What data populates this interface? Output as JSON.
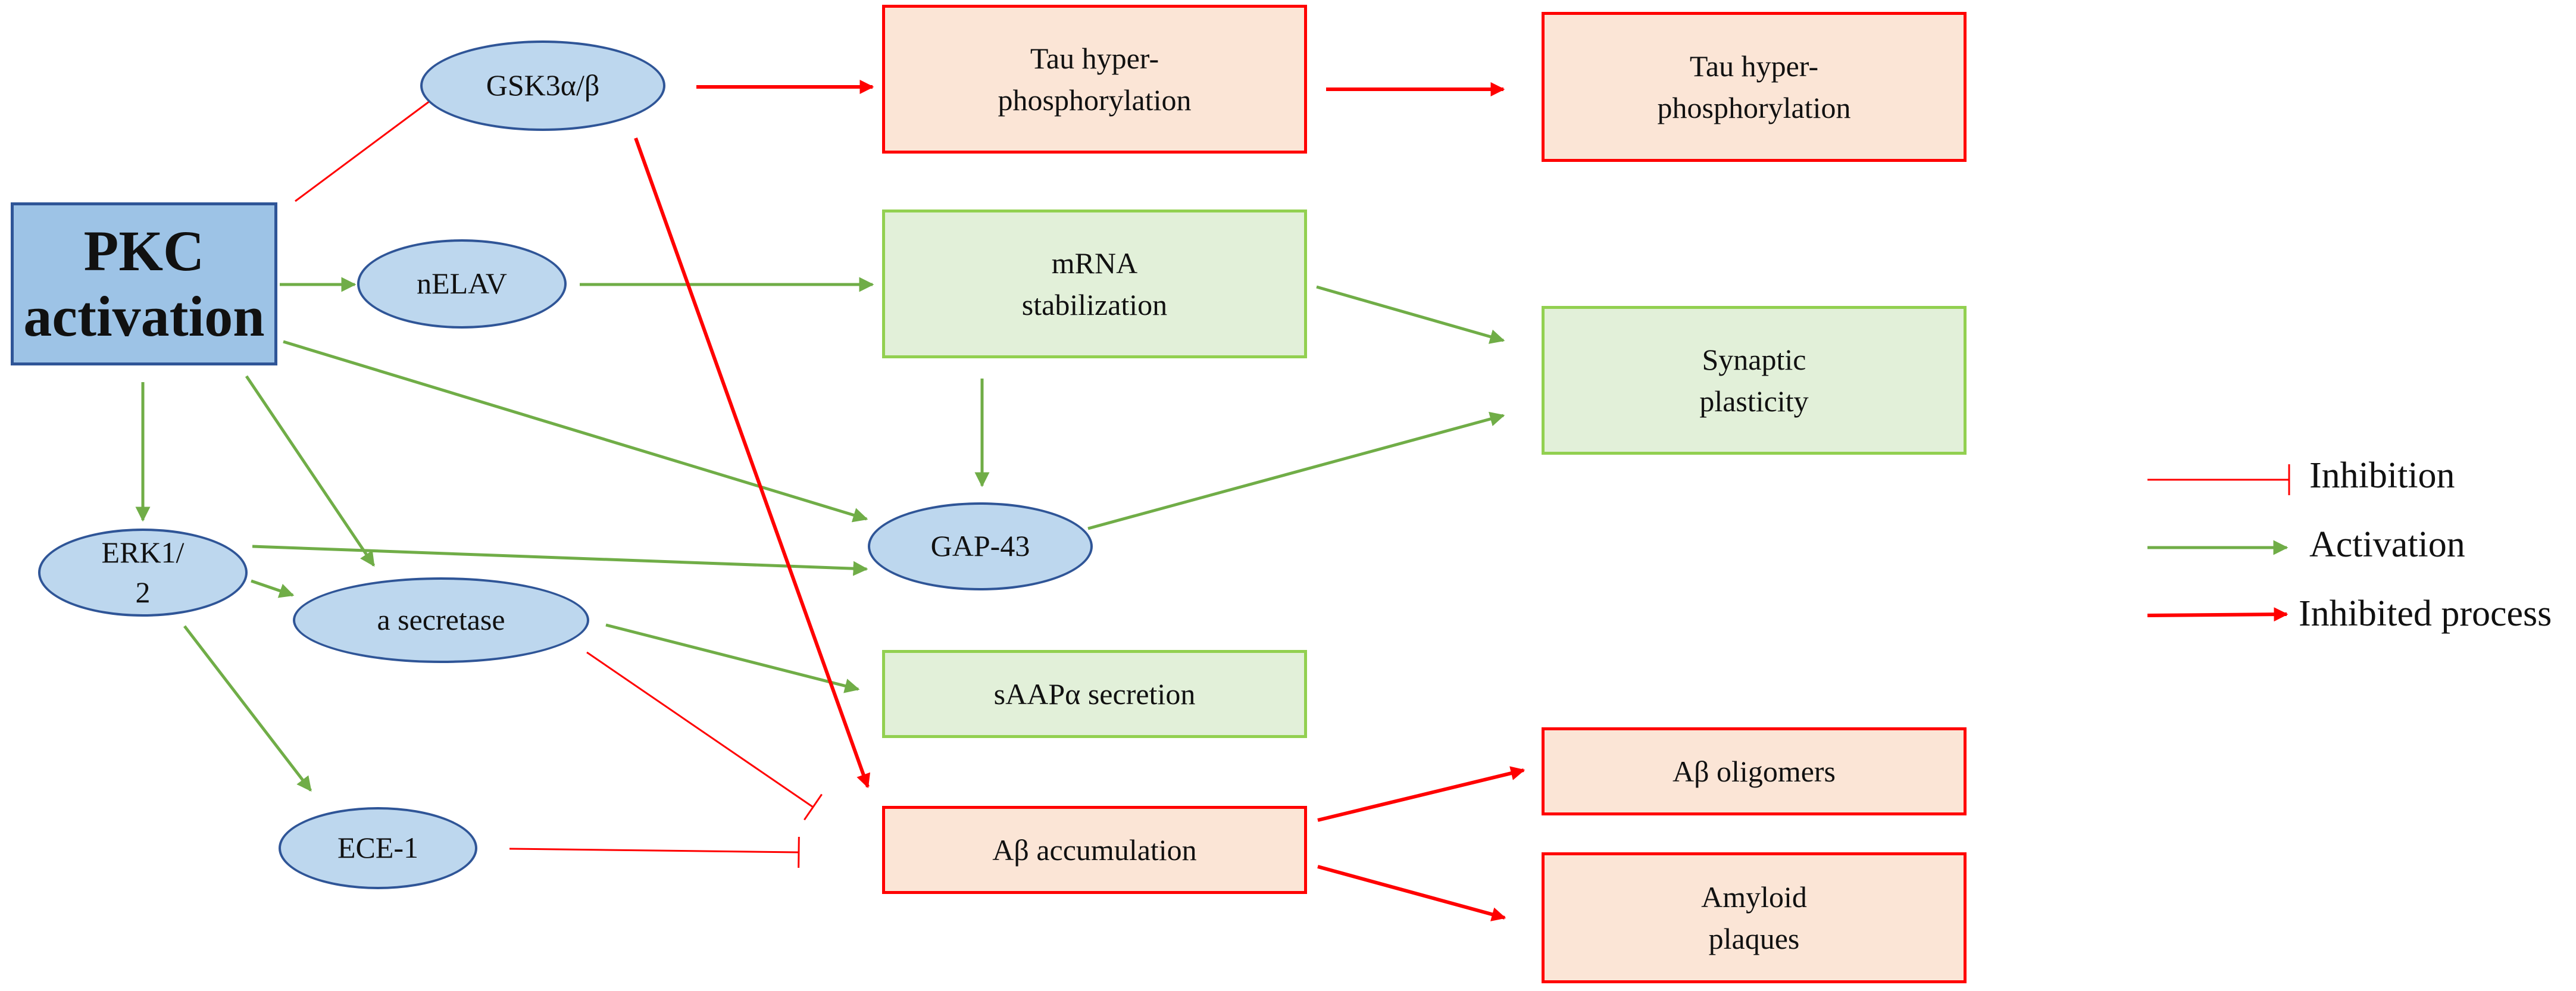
{
  "nodes": {
    "pkc": "PKC\nactivation",
    "gsk3": "GSK3α/β",
    "nelav": "nELAV",
    "erk": "ERK1/\n2",
    "secretase": "a secretase",
    "ece1": "ECE-1",
    "gap43": "GAP-43",
    "tau1": "Tau hyper-\nphosphorylation",
    "tau2": "Tau hyper-\nphosphorylation",
    "mrna": "mRNA\nstabilization",
    "synaptic": "Synaptic\nplasticity",
    "saap": "sAAPα secretion",
    "abacc": "Aβ accumulation",
    "aboligo": "Aβ oligomers",
    "amyloid": "Amyloid\nplaques"
  },
  "edges": [
    {
      "from": "pkc",
      "to": "gsk3",
      "kind": "inhibition"
    },
    {
      "from": "pkc",
      "to": "nelav",
      "kind": "activation"
    },
    {
      "from": "pkc",
      "to": "erk",
      "kind": "activation"
    },
    {
      "from": "pkc",
      "to": "secretase",
      "kind": "activation"
    },
    {
      "from": "pkc",
      "to": "gap43",
      "kind": "activation"
    },
    {
      "from": "nelav",
      "to": "mrna",
      "kind": "activation"
    },
    {
      "from": "mrna",
      "to": "synaptic",
      "kind": "activation"
    },
    {
      "from": "mrna",
      "to": "gap43",
      "kind": "activation"
    },
    {
      "from": "gap43",
      "to": "synaptic",
      "kind": "activation"
    },
    {
      "from": "erk",
      "to": "secretase",
      "kind": "activation"
    },
    {
      "from": "erk",
      "to": "gap43",
      "kind": "activation"
    },
    {
      "from": "erk",
      "to": "ece1",
      "kind": "activation"
    },
    {
      "from": "secretase",
      "to": "saap",
      "kind": "activation"
    },
    {
      "from": "secretase",
      "to": "abacc",
      "kind": "inhibition"
    },
    {
      "from": "ece1",
      "to": "abacc",
      "kind": "inhibition"
    },
    {
      "from": "gsk3",
      "to": "tau1",
      "kind": "inhibited-process"
    },
    {
      "from": "tau1",
      "to": "tau2",
      "kind": "inhibited-process"
    },
    {
      "from": "gsk3",
      "to": "abacc",
      "kind": "inhibited-process"
    },
    {
      "from": "abacc",
      "to": "aboligo",
      "kind": "inhibited-process"
    },
    {
      "from": "abacc",
      "to": "amyloid",
      "kind": "inhibited-process"
    }
  ],
  "legend": {
    "inhibition": "Inhibition",
    "activation": "Activation",
    "inhibited_process": "Inhibited process"
  },
  "colors": {
    "activation": "#70ad47",
    "inhibition": "#ff0000",
    "inhibited_process": "#ff0000"
  }
}
